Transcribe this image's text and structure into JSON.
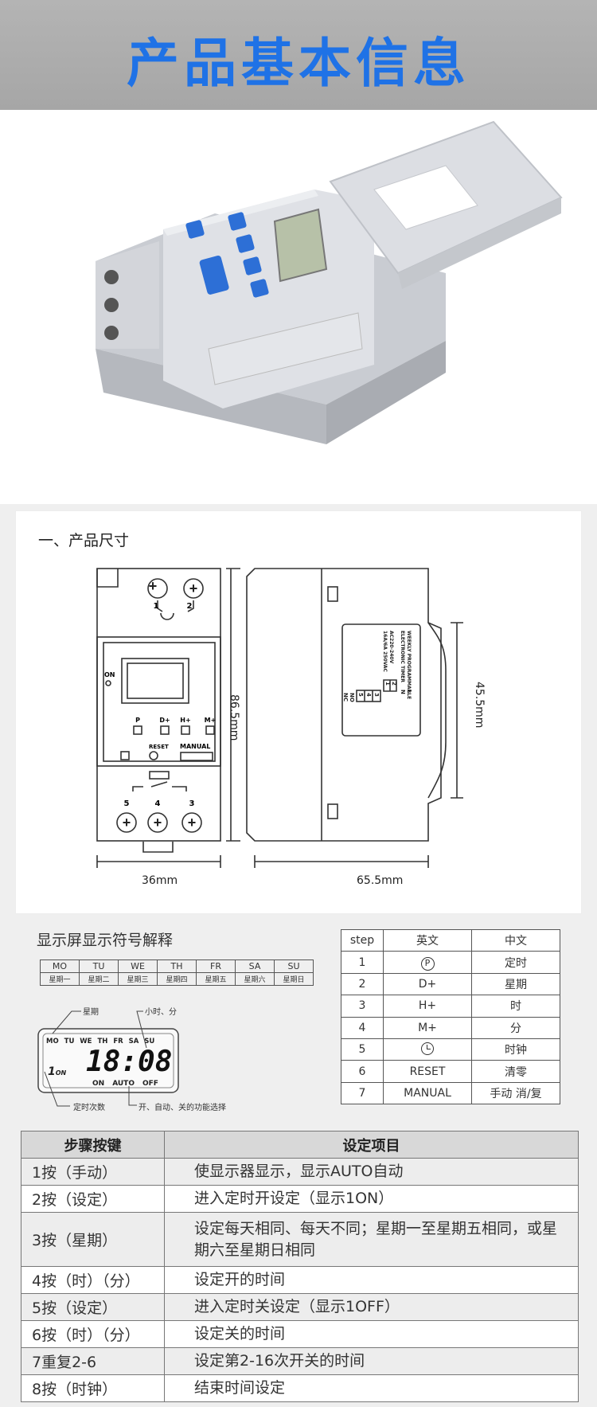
{
  "header": {
    "title": "产品基本信息"
  },
  "dimensions": {
    "section_title": "一、产品尺寸",
    "front": {
      "height": "86.5mm",
      "width": "36mm",
      "terminals_top": [
        "1",
        "2"
      ],
      "terminals_bottom": [
        "5",
        "4",
        "3"
      ],
      "on_label": "ON",
      "buttons_row1": [
        "P",
        "D+",
        "H+",
        "M+"
      ],
      "buttons_row2": [
        "RESET",
        "MANUAL"
      ]
    },
    "side": {
      "width": "65.5mm",
      "inner_height": "45.5mm",
      "label_lines": [
        "WEEKLY PROGRAMMABLE",
        "ELECTRONIC TIMER",
        "AC220-240V",
        "16A/6A 250VAC"
      ],
      "relay_labels": [
        "L",
        "N",
        "NO",
        "NC"
      ],
      "relay_nums": [
        "5",
        "4",
        "3",
        "1",
        "2"
      ]
    }
  },
  "display_legend": {
    "title": "显示屏显示符号解释",
    "days_en": [
      "MO",
      "TU",
      "WE",
      "TH",
      "FR",
      "SA",
      "SU"
    ],
    "days_cn": [
      "星期一",
      "星期二",
      "星期三",
      "星期四",
      "星期五",
      "星期六",
      "星期日"
    ],
    "callouts": {
      "week": "星期",
      "hour_min": "小时、分",
      "timer_count": "定时次数",
      "mode": "开、自动、关的功能选择"
    },
    "lcd": {
      "days": "MO TU WE TH FR SA SU",
      "time": "18:08",
      "index": "1",
      "on_small": "ON",
      "modes": [
        "ON",
        "AUTO",
        "OFF"
      ]
    }
  },
  "step_table": {
    "headers": [
      "step",
      "英文",
      "中文"
    ],
    "rows": [
      {
        "step": "1",
        "en": "P",
        "cn": "定时",
        "icon": "p-circle-icon"
      },
      {
        "step": "2",
        "en": "D+",
        "cn": "星期"
      },
      {
        "step": "3",
        "en": "H+",
        "cn": "时"
      },
      {
        "step": "4",
        "en": "M+",
        "cn": "分"
      },
      {
        "step": "5",
        "en": "",
        "cn": "时钟",
        "icon": "clock-icon"
      },
      {
        "step": "6",
        "en": "RESET",
        "cn": "清零"
      },
      {
        "step": "7",
        "en": "MANUAL",
        "cn": "手动  消/复"
      }
    ]
  },
  "main_table": {
    "headers": [
      "步骤按键",
      "设定项目"
    ],
    "rows": [
      {
        "key": "1按（手动）",
        "value": "使显示器显示，显示AUTO自动"
      },
      {
        "key": "2按（设定）",
        "value": "进入定时开设定（显示1ON）"
      },
      {
        "key": "3按（星期）",
        "value": "设定每天相同、每天不同；星期一至星期五相同，或星期六至星期日相同"
      },
      {
        "key": "4按（时）（分）",
        "value": "设定开的时间"
      },
      {
        "key": "5按（设定）",
        "value": "进入定时关设定（显示1OFF）"
      },
      {
        "key": "6按（时）（分）",
        "value": "设定关的时间"
      },
      {
        "key": "7重复2-6",
        "value": "设定第2-16次开关的时间"
      },
      {
        "key": "8按（时钟）",
        "value": "结束时间设定"
      }
    ]
  },
  "colors": {
    "title_blue": "#1f72e6",
    "button_blue": "#2d6fd6",
    "housing": "#d9dbe0"
  }
}
